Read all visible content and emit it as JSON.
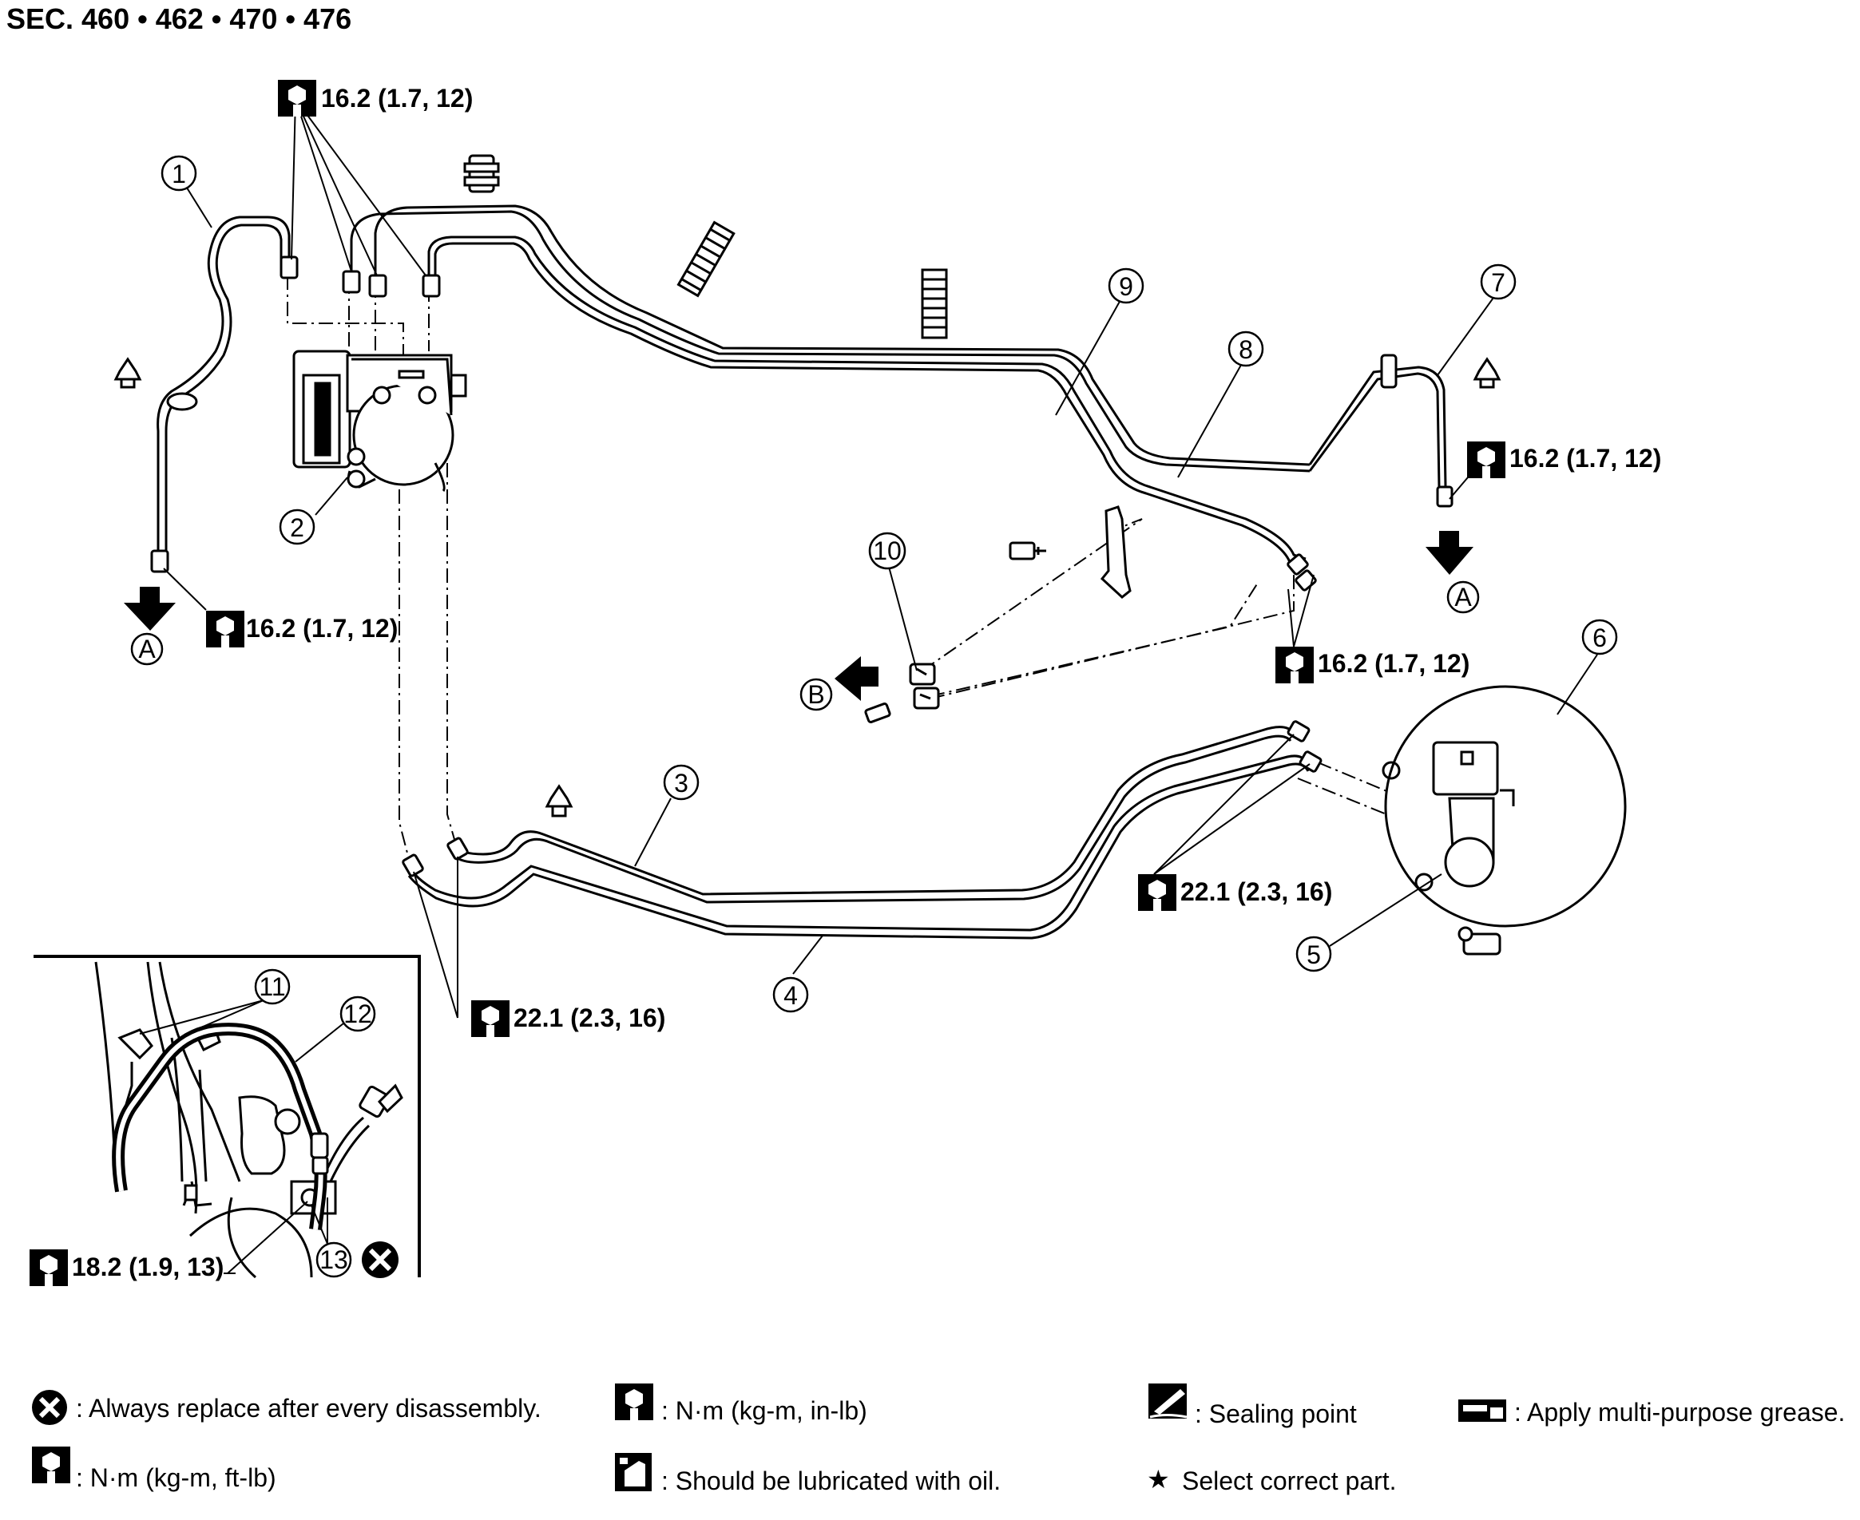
{
  "section_label": "SEC. 460 • 462 • 470 • 476",
  "callouts": [
    "1",
    "2",
    "3",
    "4",
    "5",
    "6",
    "7",
    "8",
    "9",
    "10",
    "11",
    "12",
    "13"
  ],
  "view_markers": {
    "a": "A",
    "b": "B"
  },
  "torque_values": {
    "manifold_top": "16.2 (1.7, 12)",
    "left_lower": "16.2 (1.7, 12)",
    "right_upper": "16.2 (1.7, 12)",
    "junction": "16.2 (1.7, 12)",
    "master_cyl": "22.1 (2.3, 16)",
    "lower_joints": "22.1 (2.3, 16)",
    "inset_bolt": "18.2 (1.9, 13)"
  },
  "legend": {
    "replace": ": Always replace after every disassembly.",
    "nm_inlb": ": N·m (kg-m, in-lb)",
    "sealing": ": Sealing point",
    "grease": ": Apply multi-purpose grease.",
    "nm_ftlb": ": N·m (kg-m, ft-lb)",
    "oil": ": Should be lubricated with oil.",
    "star_mark": "★",
    "select": "Select correct part."
  },
  "icons": [
    "torque-wrench-icon",
    "replace-x-icon",
    "sealing-point-icon",
    "grease-icon",
    "oil-can-icon",
    "star-icon"
  ]
}
